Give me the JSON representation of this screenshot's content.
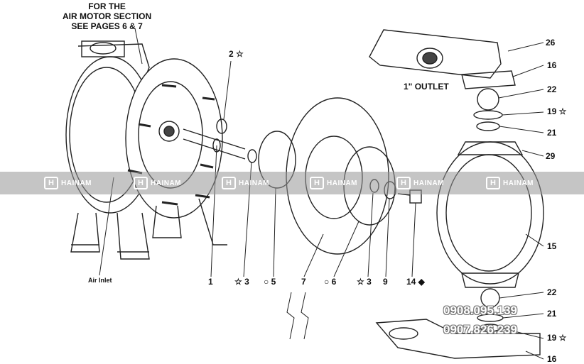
{
  "note": {
    "line1": "FOR THE",
    "line2": "AIR MOTOR SECTION",
    "line3": "SEE PAGES 6 & 7"
  },
  "outlet_label": "1\" OUTLET",
  "air_inlet_label": "Air Inlet",
  "callouts": [
    {
      "id": "c1",
      "text": "1"
    },
    {
      "id": "c2",
      "text": "2 ☆"
    },
    {
      "id": "c3a",
      "text": "☆ 3"
    },
    {
      "id": "c5",
      "text": "○ 5"
    },
    {
      "id": "c7",
      "text": "7"
    },
    {
      "id": "c6",
      "text": "○ 6"
    },
    {
      "id": "c3b",
      "text": "☆ 3"
    },
    {
      "id": "c9",
      "text": "9"
    },
    {
      "id": "c14",
      "text": "14 ◆"
    },
    {
      "id": "c26",
      "text": "26"
    },
    {
      "id": "c16a",
      "text": "16"
    },
    {
      "id": "c22a",
      "text": "22"
    },
    {
      "id": "c19a",
      "text": "19 ☆"
    },
    {
      "id": "c21a",
      "text": "21"
    },
    {
      "id": "c29",
      "text": "29"
    },
    {
      "id": "c15",
      "text": "15"
    },
    {
      "id": "c22b",
      "text": "22"
    },
    {
      "id": "c21b",
      "text": "21"
    },
    {
      "id": "c19b",
      "text": "19 ☆"
    },
    {
      "id": "c16b",
      "text": "16"
    }
  ],
  "watermark": {
    "brand": "HAINAM",
    "mark": "H",
    "phone1": "0908.095.139",
    "phone2": "0907.826.239"
  }
}
